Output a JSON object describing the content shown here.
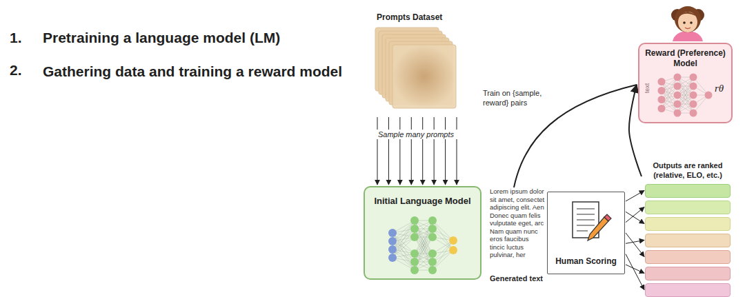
{
  "diagram": {
    "nodes": [
      {
        "text": [
          "Prompts Dataset"
        ]
      },
      {
        "text": [
          "Initial Language Model"
        ]
      },
      {
        "text": [
          "Human Scoring"
        ]
      },
      {
        "text": [
          "Outputs are ranked (relative, ELO, etc.)"
        ]
      },
      {
        "text": [
          "Reward (Preference) Model"
        ]
      }
    ],
    "edges": [
      {
        "from": 0,
        "to": 1,
        "label": "Sample many prompts",
        "arrow": "to"
      },
      {
        "from": 2,
        "to": 3,
        "arrow": "to"
      },
      {
        "from": 3,
        "to": 4,
        "label": "Train on {sample, reward} pairs",
        "arrow": "to"
      }
    ],
    "labels": [
      "1.",
      "Pretraining a language model (LM)",
      "2.",
      "Gathering data and training a reward model",
      "Lorem ipsum dolor sit amet, consectet adipiscing elit. Aen Donec quam felis vulputate eget, arc Nam quam nunc eros faucibus tincic luctus pulvinar, her",
      "Generated text",
      "text",
      "rθ"
    ]
  }
}
